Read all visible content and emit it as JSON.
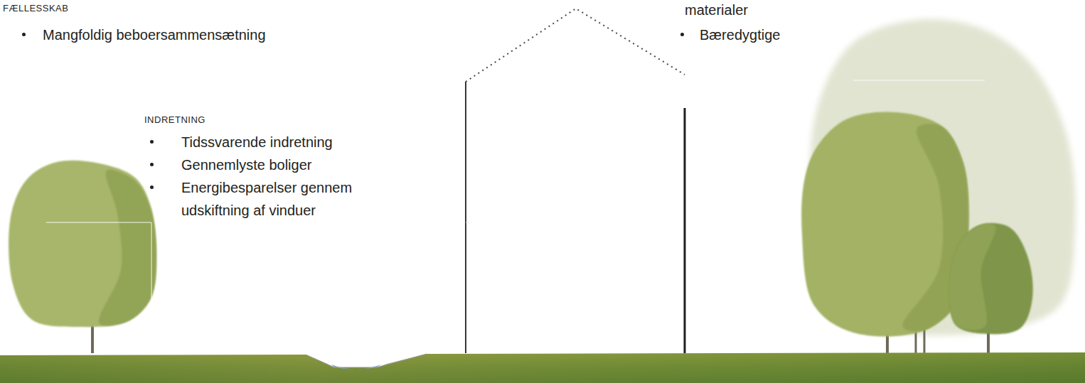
{
  "diagram": {
    "labels": [
      "FÆLLESSKAB",
      "Mangfoldig beboersammensætning",
      "materialer",
      "Bæredygtige",
      "INDRETNING",
      "Tidssvarende indretning",
      "Gennemlyste boliger",
      "Energibesparelser gennem udskiftning af vinduer"
    ]
  }
}
